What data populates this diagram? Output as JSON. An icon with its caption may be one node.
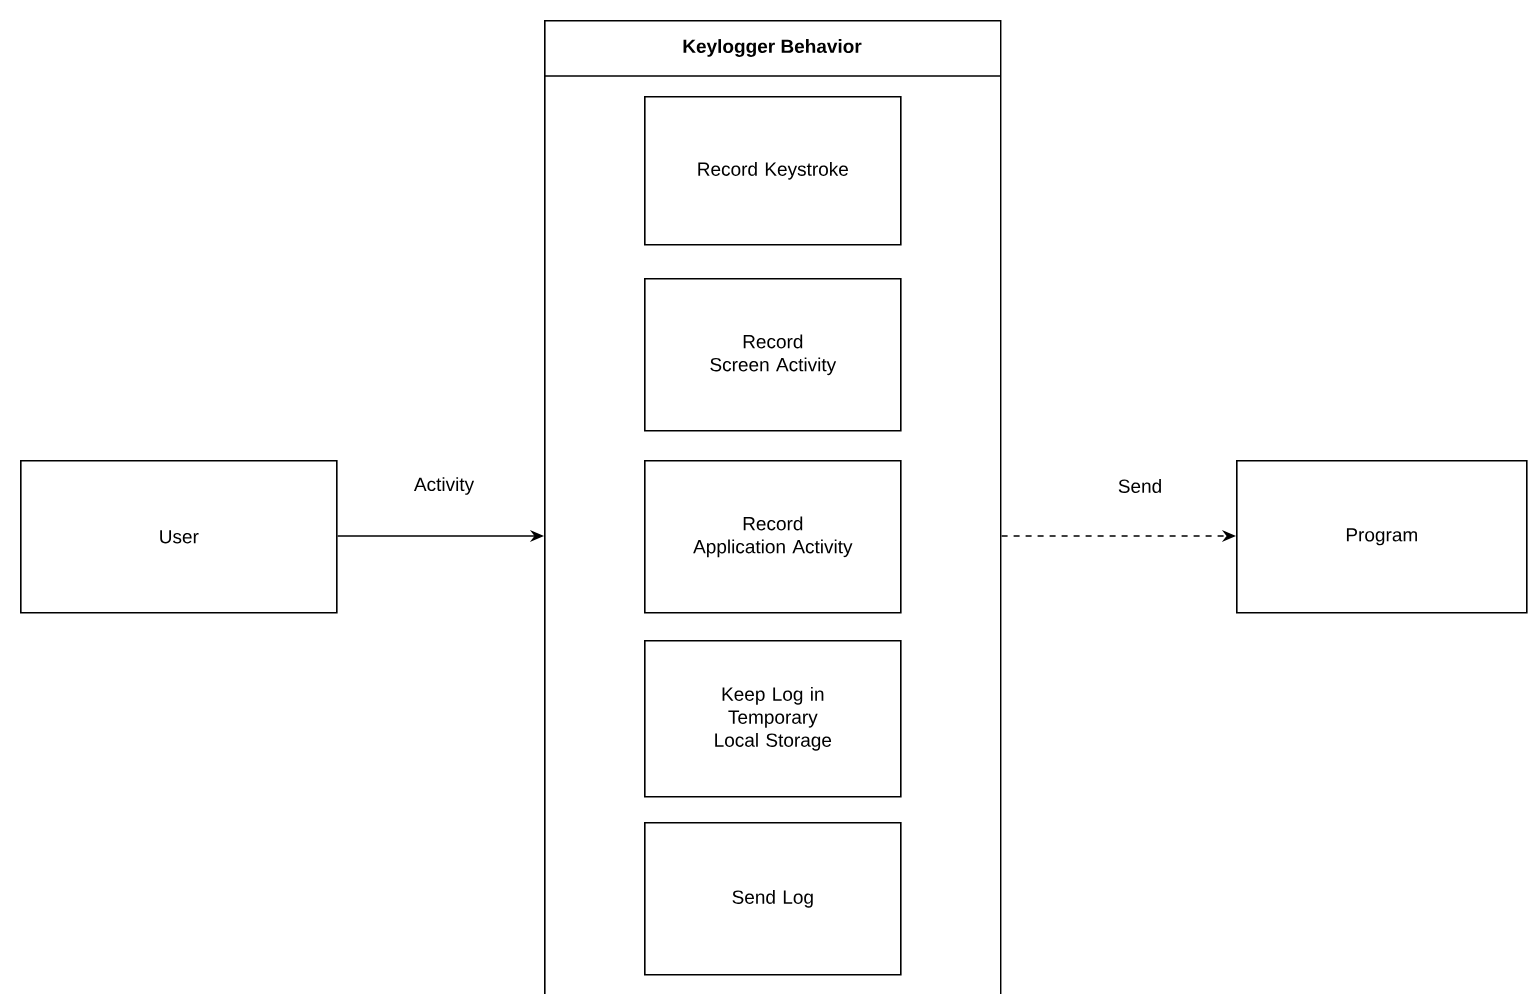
{
  "diagram": {
    "nodes": [
      {
        "text": [
          "User"
        ]
      },
      {
        "text": [
          "Keylogger Behavior"
        ]
      },
      {
        "text": [
          "Record Keystroke"
        ],
        "in": 1
      },
      {
        "text": [
          "Record Screen Activity"
        ],
        "in": 1
      },
      {
        "text": [
          "Record Application Activity"
        ],
        "in": 1
      },
      {
        "text": [
          "Keep Log in Temporary Local Storage"
        ],
        "in": 1
      },
      {
        "text": [
          "Send Log"
        ],
        "in": 1
      },
      {
        "text": [
          "Program"
        ]
      }
    ],
    "edges": [
      {
        "from": 0,
        "to": 1,
        "arrow": "to",
        "label": "Activity"
      },
      {
        "from": 1,
        "to": 7,
        "arrow": "to",
        "label": "Send",
        "style": "dashed"
      }
    ]
  }
}
